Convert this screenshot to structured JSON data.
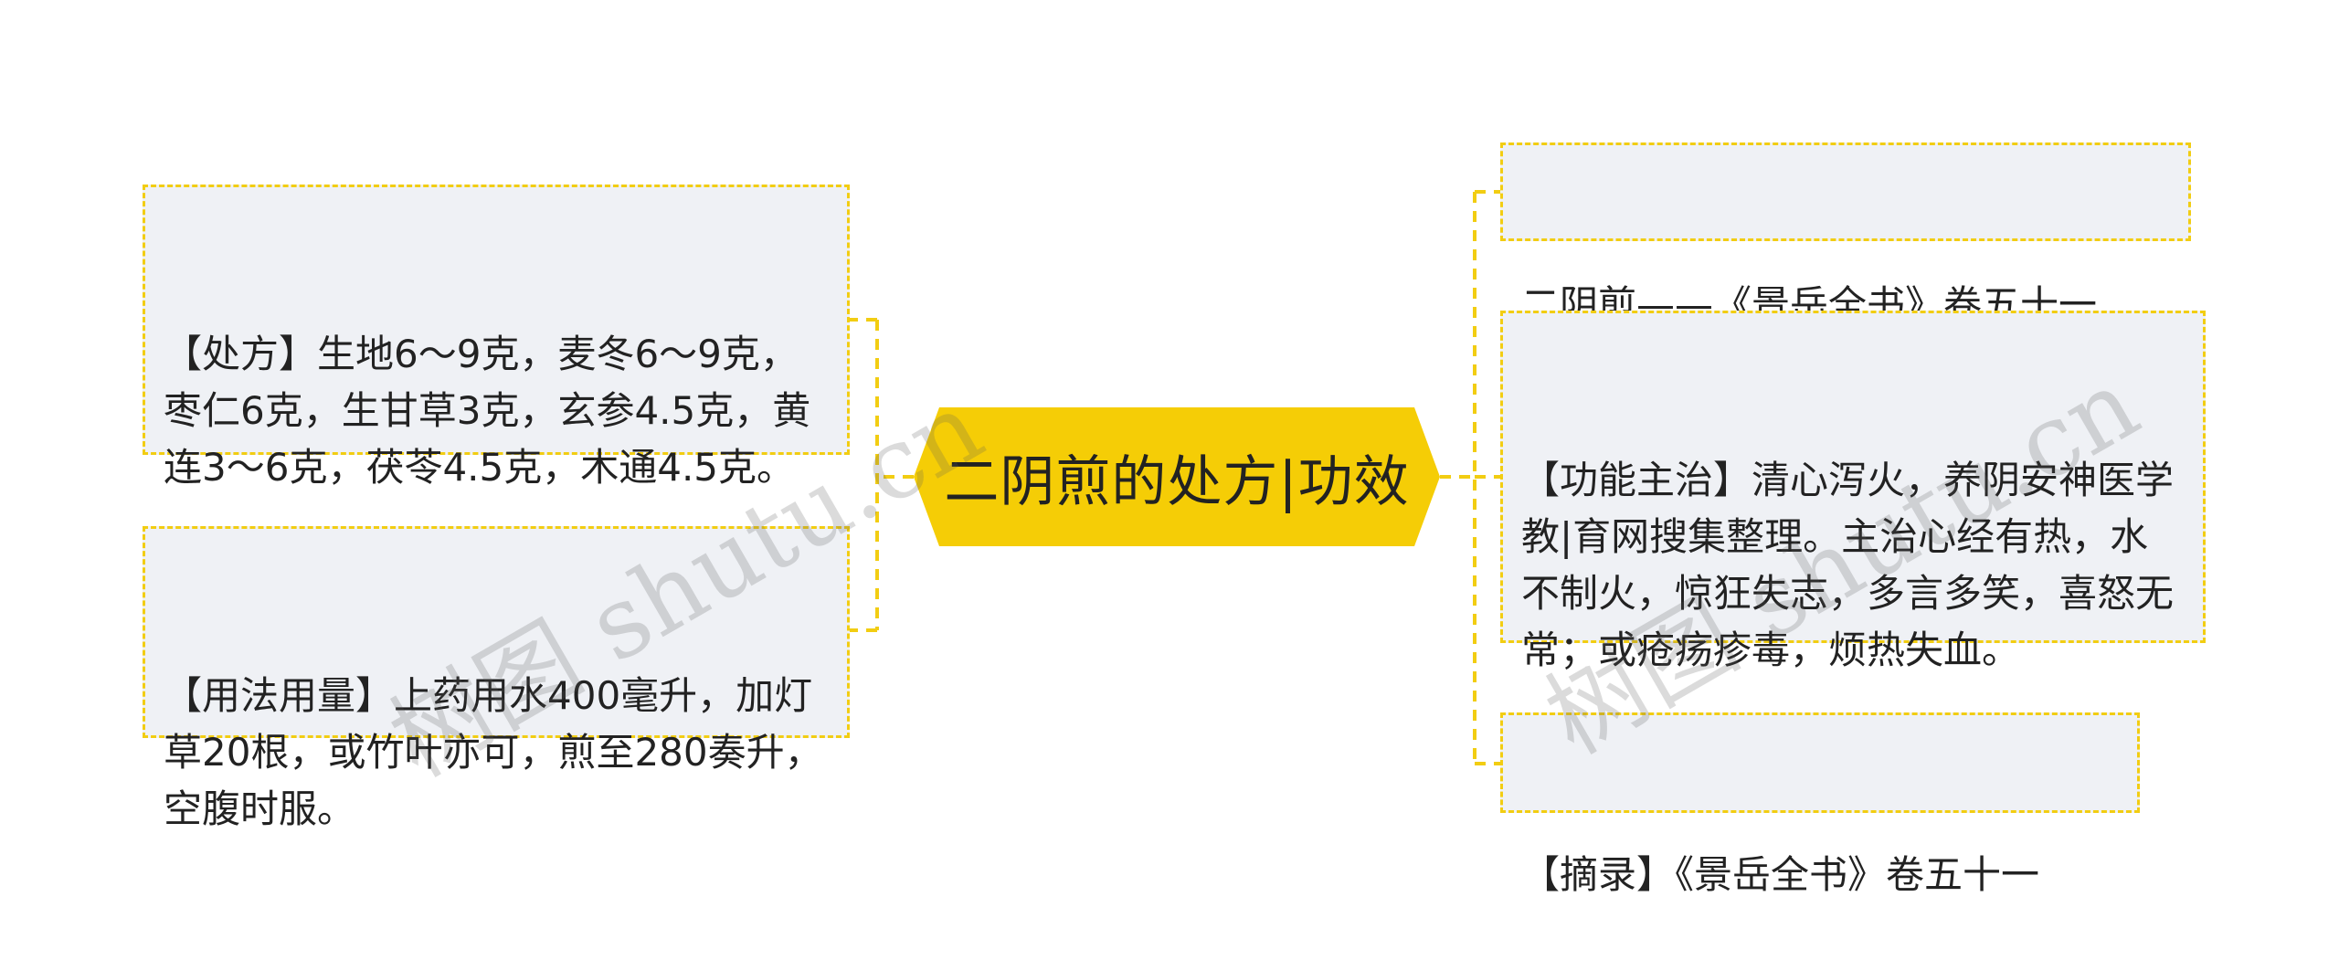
{
  "center": {
    "title": "二阴煎的处方|功效"
  },
  "left_nodes": [
    {
      "text": "【处方】生地6～9克，麦冬6～9克，枣仁6克，生甘草3克，玄参4.5克，黄连3～6克，茯苓4.5克，木通4.5克。"
    },
    {
      "text": "【用法用量】上药用水400毫升，加灯草20根，或竹叶亦可，煎至280奏升，空腹时服。"
    }
  ],
  "right_nodes": [
    {
      "text": "二阴煎——《景岳全书》卷五十一"
    },
    {
      "text": "【功能主治】清心泻火，养阴安神医学教|育网搜集整理。主治心经有热，水不制火，惊狂失志，多言多笑，喜怒无常；或疮疡疹毒，烦热失血。"
    },
    {
      "text": "【摘录】《景岳全书》卷五十一"
    }
  ],
  "watermarks": [
    "树图 shutu.cn",
    "树图 shutu.cn"
  ],
  "colors": {
    "center_fill": "#f5cd06",
    "node_fill": "#eff1f5",
    "node_border": "#f2cd12",
    "connector": "#f2cd12"
  }
}
